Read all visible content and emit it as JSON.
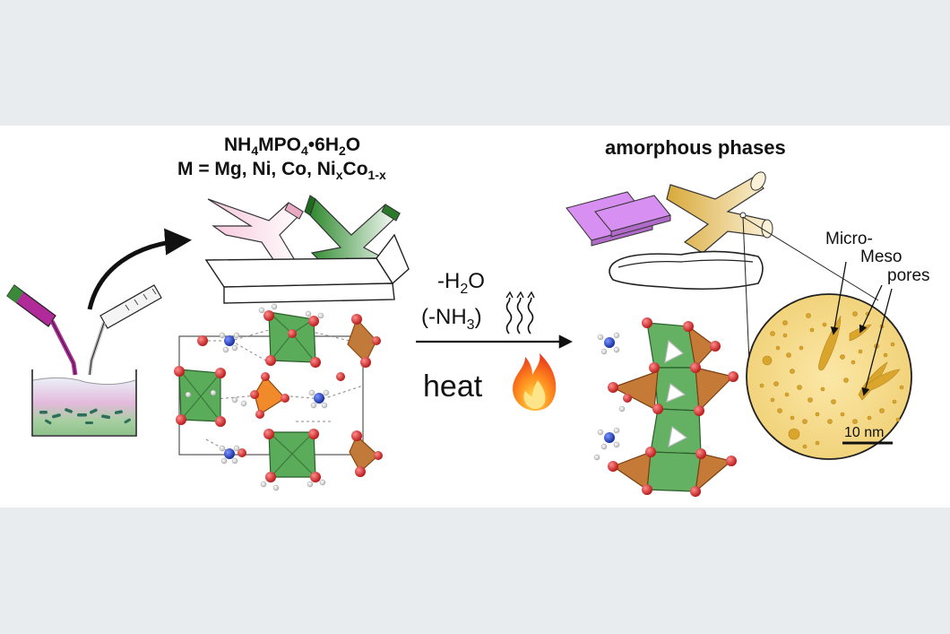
{
  "title_left": {
    "formula_main": "NH",
    "formula_sub1": "4",
    "formula_mid": "MPO",
    "formula_sub2": "4",
    "formula_tail": "•6H",
    "formula_sub3": "2",
    "formula_end": "O",
    "metal_line_prefix": "M = Mg, Ni, Co, Ni",
    "metal_sub_x": "x",
    "metal_co": "Co",
    "metal_sub_1x": "1-x"
  },
  "title_right": "amorphous phases",
  "process": {
    "water_prefix": "-H",
    "water_sub": "2",
    "water_suffix": "O",
    "ammonia_prefix": "(-NH",
    "ammonia_sub": "3",
    "ammonia_suffix": ")",
    "heat": "heat"
  },
  "pores": {
    "micro": "Micro-",
    "meso": "Meso",
    "pores": "pores",
    "scale_bar": "10 nm"
  },
  "colors": {
    "green": "#3f9a3f",
    "pink": "#f3b8cf",
    "violet": "#d38cf0",
    "gold": "#e3bf5a",
    "orange": "#e07e22",
    "oxygen": "#d42a2a",
    "nitrogen": "#1f3cc0"
  },
  "icons": [
    "beaker-icon",
    "flame-icon",
    "heat-wave-icon"
  ]
}
